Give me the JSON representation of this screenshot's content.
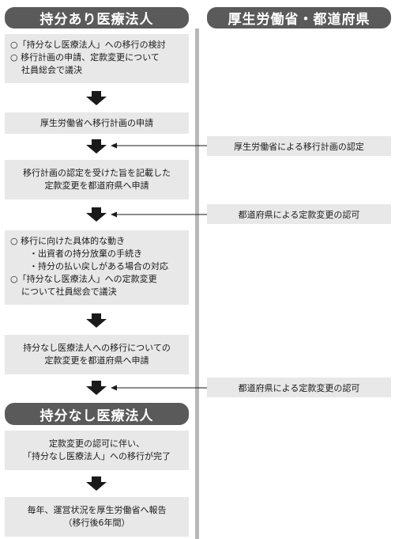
{
  "headers": {
    "left": "持分あり医療法人",
    "right": "厚生労働省・都道府県",
    "middle": "持分なし医療法人"
  },
  "steps": {
    "s1": [
      "○「持分なし医療法人」への移行の検討",
      "○ 移行計画の申請、定款変更について",
      "社員総会で議決"
    ],
    "s2": [
      "厚生労働省へ移行計画の申請"
    ],
    "s3": [
      "移行計画の認定を受けた旨を記載した",
      "定款変更を都道府県へ申請"
    ],
    "s4": [
      "○ 移行に向けた具体的な動き",
      "・出資者の持分放棄の手続き",
      "・持分の払い戻しがある場合の対応",
      "○「持分なし医療法人」への定款変更",
      "について社員総会で議決"
    ],
    "s5": [
      "持分なし医療法人への移行についての",
      "定款変更を都道府県へ申請"
    ],
    "s6": [
      "定款変更の認可に伴い、",
      "「持分なし医療法人」への移行が完了"
    ],
    "s7": [
      "毎年、運営状況を厚生労働省へ報告",
      "（移行後6年間）"
    ]
  },
  "government": {
    "g1": "厚生労働省による移行計画の認定",
    "g2": "都道府県による定款変更の認可",
    "g3": "都道府県による定款変更の認可"
  },
  "colors": {
    "header_bg": "#5a5a5a",
    "box_bg": "#e8e8e8",
    "arrow": "#1a1a1a",
    "divider": "#b8b8b8"
  }
}
